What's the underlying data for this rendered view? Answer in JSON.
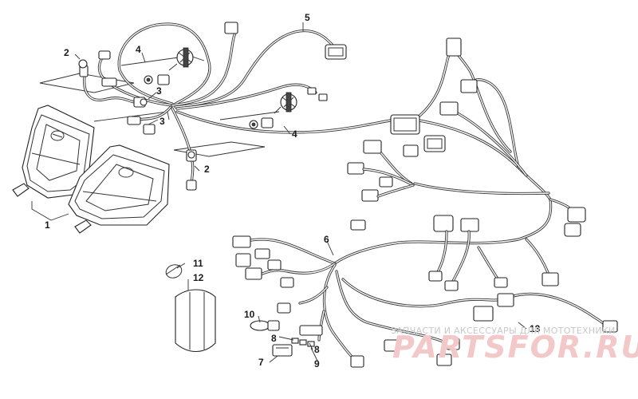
{
  "callouts": {
    "c1": "1",
    "c2a": "2",
    "c2b": "2",
    "c3a": "3",
    "c3b": "3",
    "c4a": "4",
    "c4b": "4",
    "c5": "5",
    "c6": "6",
    "c7": "7",
    "c8a": "8",
    "c8b": "8",
    "c9": "9",
    "c10": "10",
    "c11": "11",
    "c12": "12",
    "c13": "13"
  },
  "watermark": {
    "caption": "ЗАПЧАСТИ И АКСЕССУАРЫ ДЛЯ МОТОТЕХНИКИ",
    "brand": "PARTSFOR.RU"
  },
  "colors": {
    "line": "#222222",
    "watermark_text": "#c8c8c8",
    "watermark_brand": "#f3c8c8"
  }
}
